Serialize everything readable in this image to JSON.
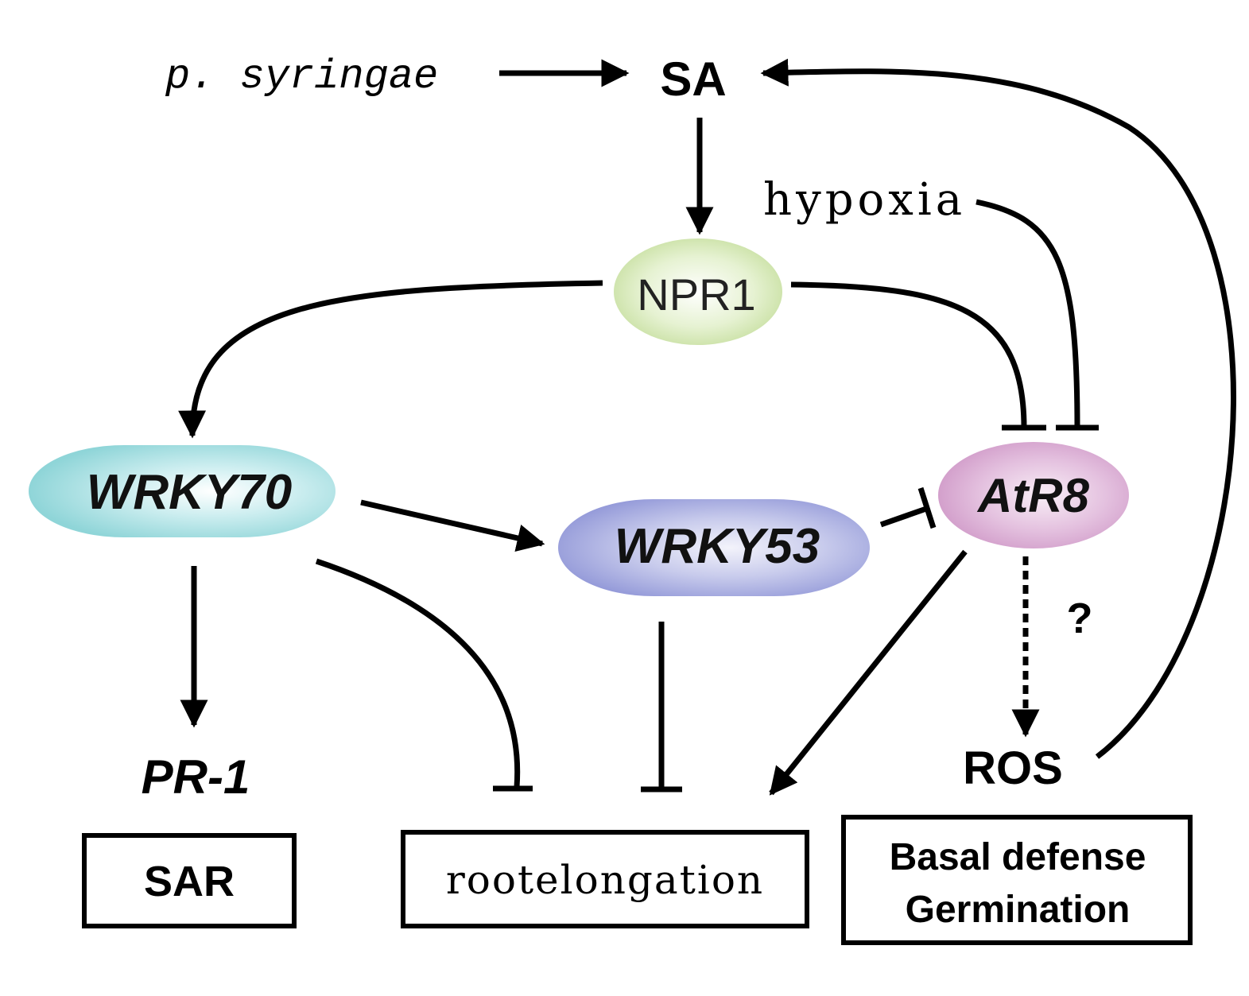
{
  "nodes": {
    "pathogen": "p. syringae",
    "sa": "SA",
    "hypoxia": "hypoxia",
    "npr1": "NPR1",
    "wrky70": "WRKY70",
    "wrky53": "WRKY53",
    "atr8": "AtR8",
    "pr1": "PR-1",
    "ros": "ROS",
    "question": "?"
  },
  "boxes": {
    "sar": "SAR",
    "root": "rootelongation",
    "basal_line1": "Basal defense",
    "basal_line2": "Germination"
  },
  "colors": {
    "npr1_fill": "#cfe6a8",
    "wrky70_fill": "#a8e0e2",
    "wrky53_fill": "#a9ade0",
    "atr8_fill": "#dcaed6",
    "line": "#000000"
  }
}
